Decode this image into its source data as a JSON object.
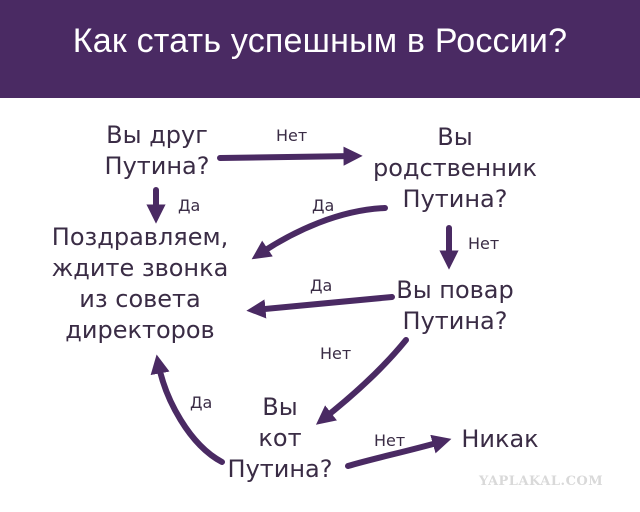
{
  "header": {
    "title": "Как стать успешным в России?"
  },
  "nodes": {
    "friend": {
      "lines": [
        "Вы друг",
        "Путина?"
      ]
    },
    "relative": {
      "lines": [
        "Вы",
        "родственник",
        "Путина?"
      ]
    },
    "congrats": {
      "lines": [
        "Поздравляем,",
        "ждите звонка",
        "из совета",
        "директоров"
      ]
    },
    "cook": {
      "lines": [
        "Вы повар",
        "Путина?"
      ]
    },
    "cat": {
      "lines": [
        "Вы",
        "кот",
        "Путина?"
      ]
    },
    "never": {
      "lines": [
        "Никак"
      ]
    }
  },
  "edges": {
    "friend_to_relative": "Нет",
    "friend_to_congrats": "Да",
    "relative_to_congrats": "Да",
    "relative_to_cook": "Нет",
    "cook_to_congrats": "Да",
    "cook_to_cat": "Нет",
    "cat_to_congrats": "Да",
    "cat_to_never": "Нет"
  },
  "colors": {
    "header_bg": "#4a2a63",
    "arrow": "#4a2a63",
    "text": "#3a2c45"
  },
  "watermark": "YAPLAKAL.COM"
}
